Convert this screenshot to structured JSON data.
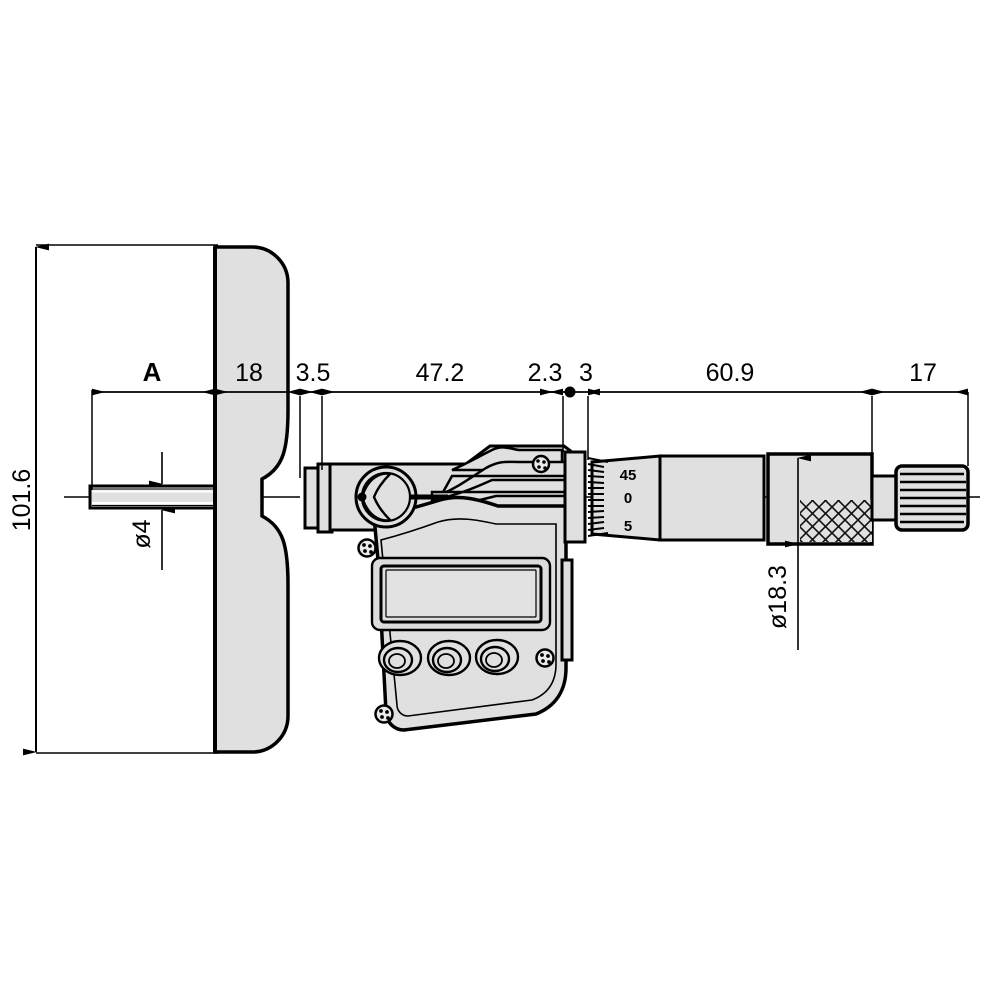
{
  "drawing": {
    "title": "Digital depth micrometer dimensional drawing",
    "background_color": "#ffffff",
    "line_color": "#000000",
    "body_fill": "#e0e0e0",
    "display_fill": "#dcdcdc"
  },
  "dimensions": {
    "overall_height": "101.6",
    "base_offset_label": "A",
    "base_thickness": "18",
    "collar": "3.5",
    "body_length": "47.2",
    "clamp": "2.3",
    "sleeve_step": "3",
    "barrel_length": "60.9",
    "ratchet_length": "17",
    "rod_diameter": "ø4",
    "barrel_diameter": "ø18.3"
  },
  "thimble_scale": {
    "upper": "45",
    "middle": "0",
    "lower": "5"
  },
  "parts": {
    "measuring_rod": "measuring-rod",
    "base_flange": "base-flange",
    "collar": "collar",
    "main_body": "main-body",
    "clamp_ring": "clamp-ring",
    "lcd_display": "lcd-display",
    "button_1": "button-origin",
    "button_2": "button-zero",
    "button_3": "button-hold",
    "sleeve": "sleeve",
    "thimble": "thimble",
    "ratchet_stop": "ratchet-stop"
  }
}
